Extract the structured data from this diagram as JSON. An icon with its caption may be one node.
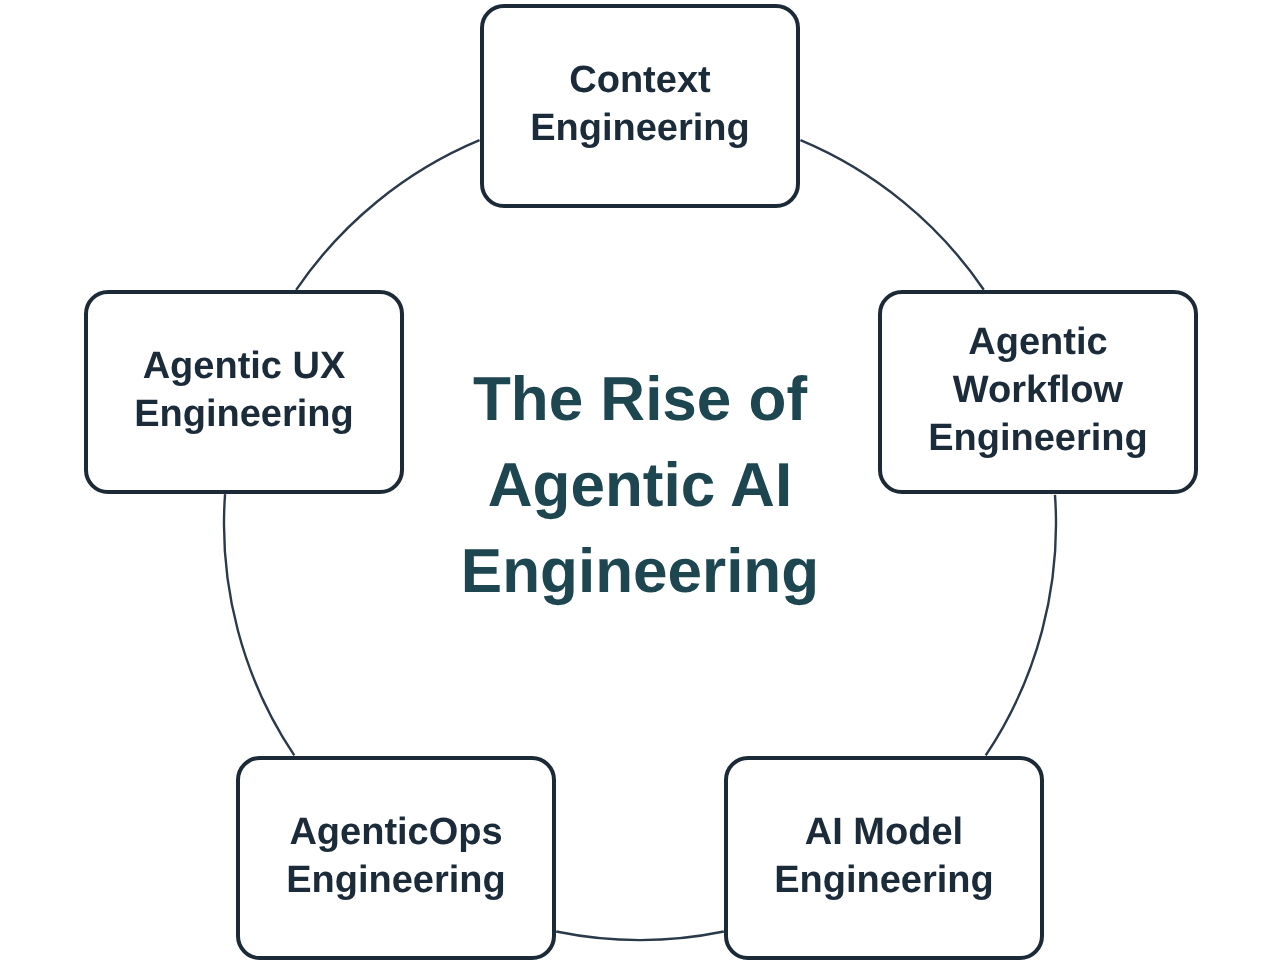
{
  "diagram": {
    "title": "The Rise of Agentic AI Engineering",
    "nodes": [
      {
        "text": [
          "Context Engineering"
        ]
      },
      {
        "text": [
          "Agentic Workflow Engineering"
        ]
      },
      {
        "text": [
          "AI Model Engineering"
        ]
      },
      {
        "text": [
          "AgenticOps Engineering"
        ]
      },
      {
        "text": [
          "Agentic UX Engineering"
        ]
      }
    ],
    "edges": [
      {
        "from": 0,
        "to": 1,
        "arrow": "none"
      },
      {
        "from": 1,
        "to": 2,
        "arrow": "none"
      },
      {
        "from": 2,
        "to": 3,
        "arrow": "none"
      },
      {
        "from": 3,
        "to": 4,
        "arrow": "none"
      },
      {
        "from": 4,
        "to": 0,
        "arrow": "none"
      }
    ]
  }
}
